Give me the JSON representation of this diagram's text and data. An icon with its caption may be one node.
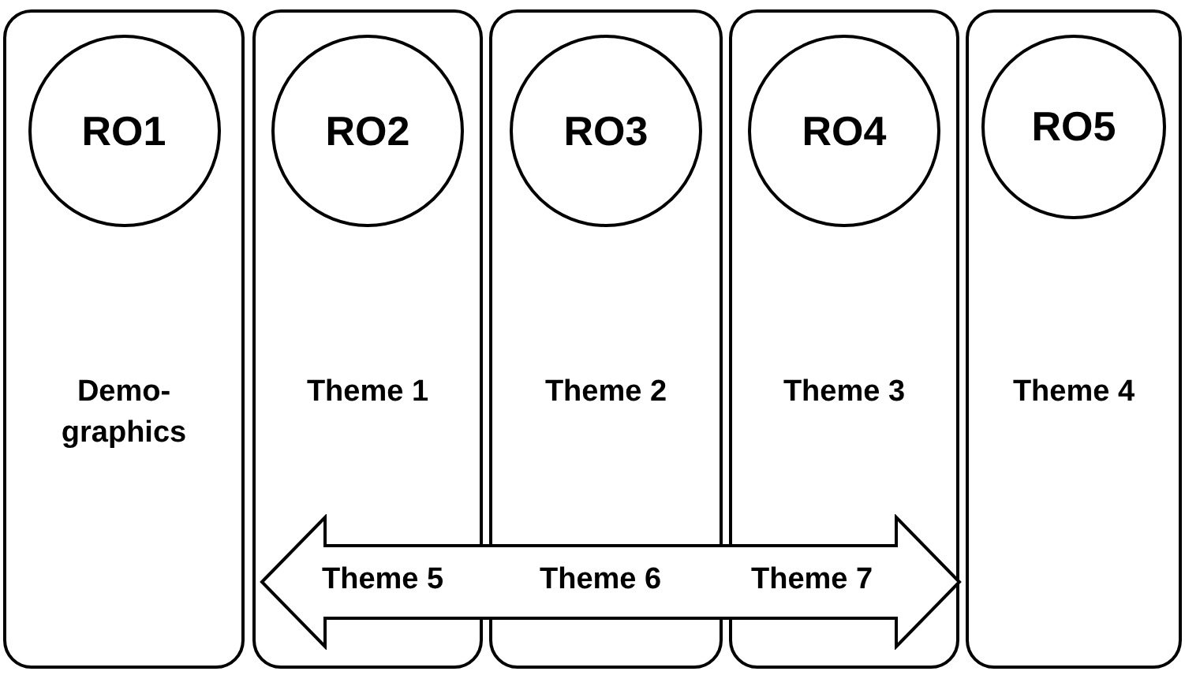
{
  "diagram": {
    "nodes": [
      {
        "text": [
          "Demo- graphics"
        ]
      },
      {
        "text": [
          "RO1"
        ],
        "in": 0
      },
      {
        "text": [
          "Theme 1"
        ]
      },
      {
        "text": [
          "RO2"
        ],
        "in": 2
      },
      {
        "text": [
          "Theme 2"
        ]
      },
      {
        "text": [
          "RO3"
        ],
        "in": 4
      },
      {
        "text": [
          "Theme 3"
        ]
      },
      {
        "text": [
          "RO4"
        ],
        "in": 6
      },
      {
        "text": [
          "Theme 4"
        ]
      },
      {
        "text": [
          "RO5"
        ],
        "in": 8
      },
      {
        "text": [
          "Theme 5",
          "Theme 6",
          "Theme 7"
        ]
      }
    ]
  }
}
